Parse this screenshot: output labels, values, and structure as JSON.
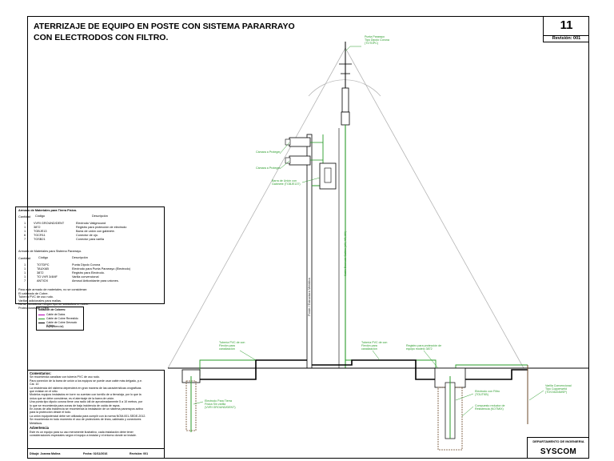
{
  "title": {
    "line1": "ATERRIZAJE DE EQUIPO EN POSTE CON SISTEMA PARARRAYO",
    "line2": "CON ELECTRODOS  CON FILTRO."
  },
  "sheet": {
    "number": "11",
    "revision": "Revisión: 001"
  },
  "labels": {
    "pararrayo_tip": "Punta Pararayo\nTipo Dipolo Corona\n(TOTDPC)",
    "camera1": "Cámara a Proteger",
    "camera2": "Cámara a Proteger",
    "ground_bar": "Barra de Unión con\nGabinete (TGBJE137)",
    "pvc_tube_left": "Tubería PVC de con\nFlexión para\ncanalización",
    "pvc_tube_right": "Tubería PVC de con\nFlexión para\ncanalización",
    "register": "Registro para protección de\nequipo modelo 3872",
    "electrode_filter": "Electrodo con Filtro\n(TOUTKB)",
    "conductive_compound": "Compuesto reductor de\nResistencia (KOTMIX)",
    "conventional_electrode": "Varilla Convencional\nTipo Copperweld\n(TOVVA3/4MSP)",
    "ground_electrode_left": "Electrodo Para Tierra\nFísica Sin varilla\n(VVRI GROUND/DENT)",
    "pole": "Poste / Estructura Metálica",
    "cable": "Cable Desnudo Calibre (1/0, 4/0, 2/0)"
  },
  "materials_ground": {
    "header": "Armado de Materiales para Tierra Física.",
    "col_qty": "Cantidad",
    "col_code": "Código",
    "col_desc": "Descripción",
    "rows": [
      {
        "qty": "1",
        "code": "VVRI GROUND/DENT",
        "desc": "Electrodo Vatigmound"
      },
      {
        "qty": "1",
        "code": "3872",
        "desc": "Registro para protección de electrodo"
      },
      {
        "qty": "1",
        "code": "TGBJE13",
        "desc": "Barra de unión con gabinete."
      },
      {
        "qty": "6",
        "code": "TGCR11",
        "desc": "Conector de ojo."
      },
      {
        "qty": "7",
        "code": "TGSB21",
        "desc": "Conector para varilla"
      }
    ]
  },
  "materials_lightning": {
    "header": "Armado de Materiales para Sistema Pararrayo.",
    "col_qty": "Cantidad",
    "col_code": "Código",
    "col_desc": "Descripción",
    "rows": [
      {
        "qty": "1",
        "code": "TOTDPC",
        "desc": "Punta Dipolo Corona"
      },
      {
        "qty": "1",
        "code": "TAUXAB",
        "desc": "Electrodo para Punta Pararrayo (Electrodo)"
      },
      {
        "qty": "1",
        "code": "3872",
        "desc": "Registro para Electrodo."
      },
      {
        "qty": "1",
        "code": "TO VVR 3/4MF",
        "desc": "Varilla convencional"
      },
      {
        "qty": "7",
        "code": "ANTIOX",
        "desc": "Aerosol Antioxidante para uniones."
      }
    ]
  },
  "materials_notes": [
    "Para este armado de materiales, no se consideran:",
    "El cableado de Cobre.",
    "Tubería PVC de uso rudo.",
    "Varillas adicionales para mallas.",
    "No se consideran ningún tipo de soldadura en cable.",
    "Protecciones de Línea."
  ],
  "legend": {
    "header": "Notación de Colores:",
    "items": [
      {
        "color": "#b200b2",
        "label": "Cable de Datos"
      },
      {
        "color": "#2a9b2a",
        "label": "Cable de Cobre Revestido"
      },
      {
        "color": "#000000",
        "label": "Cable de Cobre Desnudo (Unión"
      },
      {
        "color": "",
        "label": "Equipotencial)"
      }
    ]
  },
  "comments": {
    "header": "Comentarios:",
    "lines": [
      "Se recomienda canalizar con tubería PVC de uso rudo.",
      "Para conexión de la barra de unión a los equipos se puede usar cable más delgado, p.e.",
      "Cal. 10",
      "La resistencia del sistema dependerá en gran manera de las características orográficas",
      "que existan en el sitio.",
      "Modelos equipos instalados en torre no cuentan con tornillo de a tierra/aja, por lo que la",
      "única que se debe considerar, es el aterrizaje de la barra de unión.",
      "Una punta tipo dipolo corona tiene una radio útil de aproximadamente 5 a 10 metros, por",
      "lo que se recomienda para zonas de baja incidencia de caída de rayos.",
      "En zonas de alta incidencia se recomienda la instalación de un sistema pararrayos activo",
      "para la protección desde el todo.",
      "La unión equipotencial debe ser utilizada para cumplir con la norma NOM-001-SEDE-2012.",
      "Se recomienda en todo momento el uso de protectores de línea, cableado y conectores",
      "Metálicos."
    ],
    "warning_header": "Advertencia",
    "warning_lines": [
      "Este es un equipo para su uso meramente ilustrativo, cada instalación debe tener",
      "consideraciones especiales según el equipo a instalar y el entorno donde se instale."
    ]
  },
  "footer": {
    "drawn_by": "Dibujó: Joanna Molina",
    "date": "Fecha: 02/11/2016",
    "revision": "Revisión: 001"
  },
  "company": {
    "department": "DEPARTAMENTO DE INGENIERIA",
    "name": "SYSCOM"
  },
  "colors": {
    "green": "#2a9b2a",
    "grey": "#9a9a9a",
    "ground": "#6b4a2a"
  }
}
